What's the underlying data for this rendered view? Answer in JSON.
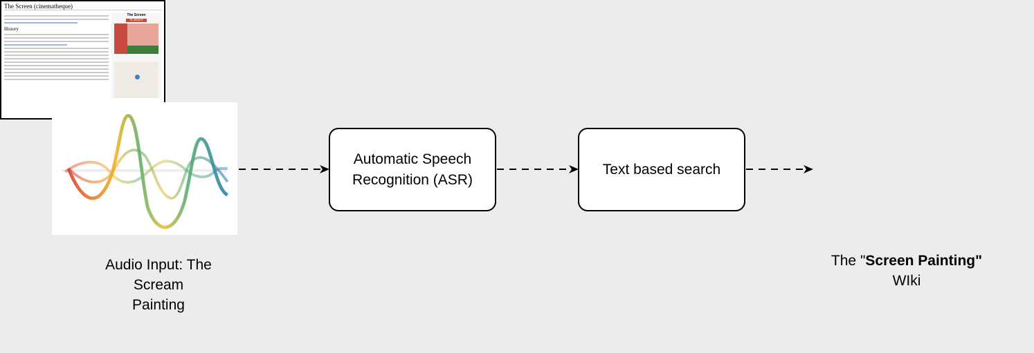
{
  "audio_input": {
    "label_lines": [
      "Audio Input: The",
      "Scream",
      "Painting"
    ],
    "icon": "sound-wave-icon"
  },
  "steps": [
    {
      "label_lines": [
        "Automatic Speech",
        "Recognition (ASR)"
      ]
    },
    {
      "label_lines": [
        "Text based search"
      ]
    }
  ],
  "output": {
    "label_prefix": "The \"",
    "label_bold": "Screen Painting\"",
    "label_suffix": " WIki",
    "wiki": {
      "title": "The Screen (cinematheque)",
      "section": "History",
      "infobox_title": "The Screen",
      "sign": "SCREEN"
    }
  },
  "colors": {
    "background": "#ececec",
    "box_border": "#000000",
    "arrow": "#000000"
  }
}
